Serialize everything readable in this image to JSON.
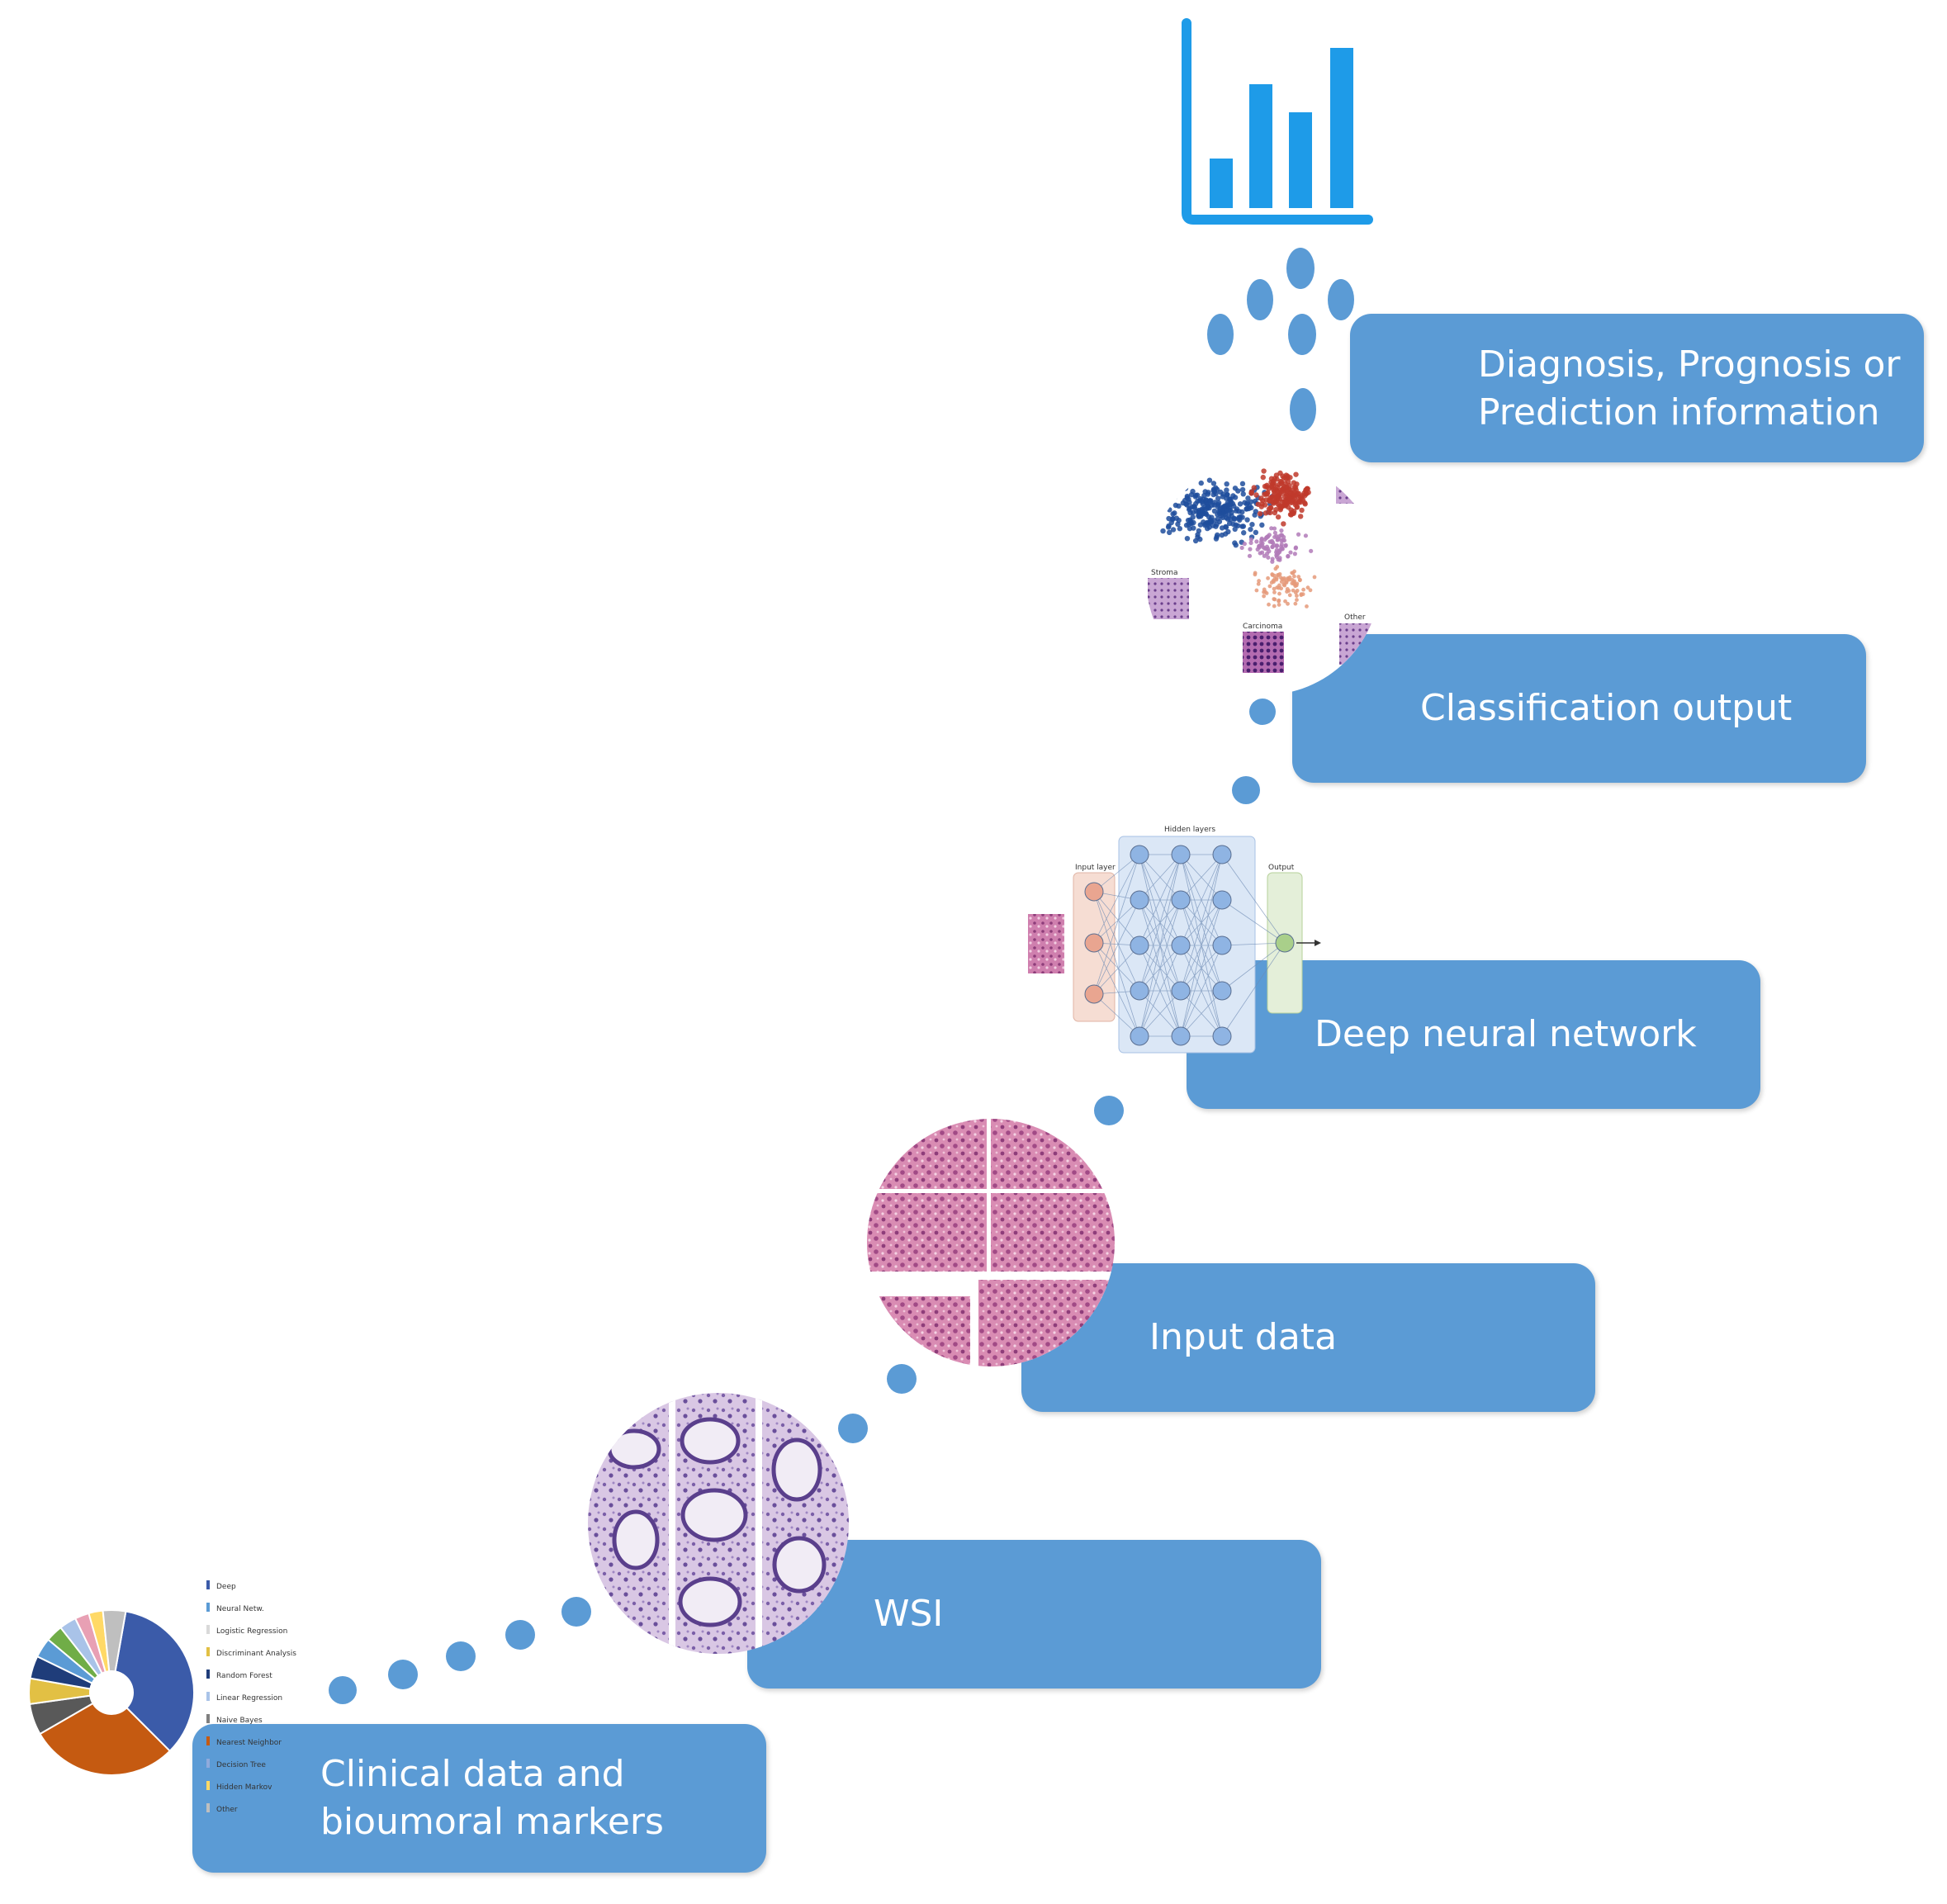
{
  "steps": [
    {
      "id": "clinical",
      "label": "Clinical data and\nbioumoral markers"
    },
    {
      "id": "wsi",
      "label": "WSI"
    },
    {
      "id": "input",
      "label": "Input data"
    },
    {
      "id": "dnn",
      "label": "Deep neural network"
    },
    {
      "id": "classification",
      "label": "Classification output"
    },
    {
      "id": "diagnosis",
      "label": "Diagnosis, Prognosis or\nPrediction information"
    }
  ],
  "donut_legend": [
    "Deep",
    "Neural Netw.",
    "Logistic Regression",
    "Discriminant Analysis",
    "Random Forest",
    "Linear Regression",
    "Naive Bayes",
    "Nearest Neighbor",
    "Decision Tree",
    "Hidden Markov",
    "Other"
  ],
  "donut_legend_colors": [
    "#3b5ba9",
    "#5b9bd5",
    "#d9d9d9",
    "#e2c044",
    "#1f3d7a",
    "#a9c3e8",
    "#7f7f7f",
    "#c55a11",
    "#8faadc",
    "#ffd966",
    "#bfbfbf"
  ],
  "dnn_labels": {
    "input": "Input layer",
    "hidden": "Hidden layers",
    "output": "Output"
  },
  "classification_labels": {
    "left": "Stroma",
    "center": "Carcinoma",
    "right": "Other"
  },
  "colors": {
    "accent": "#5b9bd5",
    "bar_icon": "#1e9be8"
  }
}
